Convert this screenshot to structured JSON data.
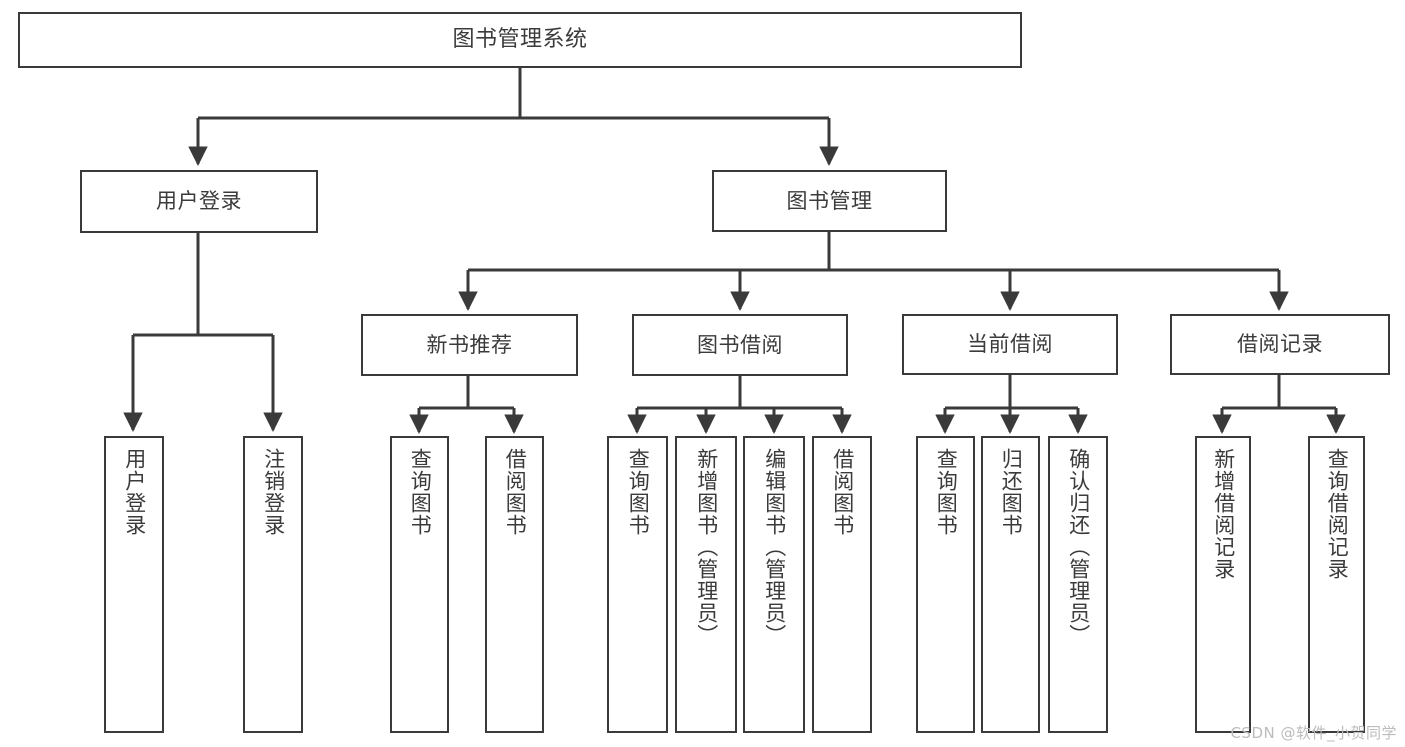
{
  "diagram": {
    "title": "图书管理系统",
    "background_color": "#ffffff",
    "line_color": "#3a3a3a",
    "text_color": "#3b3b3b",
    "root": {
      "label": "图书管理系统"
    },
    "level1": [
      {
        "label": "用户登录"
      },
      {
        "label": "图书管理"
      }
    ],
    "level2": [
      {
        "label": "新书推荐"
      },
      {
        "label": "图书借阅"
      },
      {
        "label": "当前借阅"
      },
      {
        "label": "借阅记录"
      }
    ],
    "leaves": {
      "user_login": [
        {
          "label": "用户登录"
        },
        {
          "label": "注销登录"
        }
      ],
      "new_book_recommend": [
        {
          "label": "查询图书"
        },
        {
          "label": "借阅图书"
        }
      ],
      "book_borrow": [
        {
          "label": "查询图书"
        },
        {
          "label": "新增图书（管理员）"
        },
        {
          "label": "编辑图书（管理员）"
        },
        {
          "label": "借阅图书"
        }
      ],
      "current_borrow": [
        {
          "label": "查询图书"
        },
        {
          "label": "归还图书"
        },
        {
          "label": "确认归还（管理员）"
        }
      ],
      "borrow_record": [
        {
          "label": "新增借阅记录"
        },
        {
          "label": "查询借阅记录"
        }
      ]
    }
  },
  "watermark": {
    "text": "CSDN @软件_小贺同学"
  }
}
